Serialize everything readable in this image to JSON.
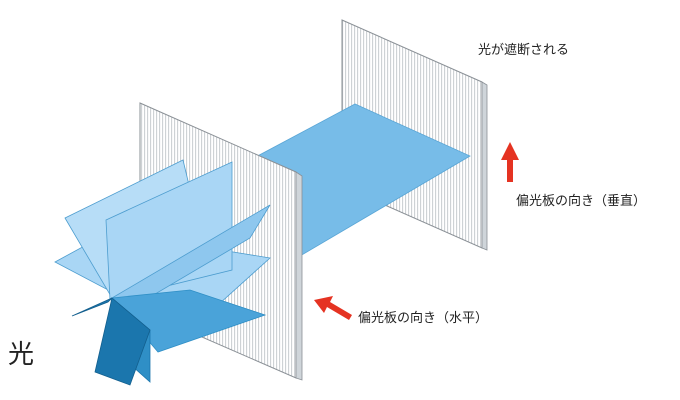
{
  "labels": {
    "light": "光",
    "blocked": "光が遮断される",
    "horizontal_polarizer": "偏光板の向き（水平）",
    "vertical_polarizer": "偏光板の向き（垂直）"
  },
  "colors": {
    "light_blue": "#a9d6f5",
    "mid_blue": "#77bce8",
    "dark_blue": "#2f8fc6",
    "deep_blue": "#1b76ad",
    "arrow_red": "#e53322",
    "panel_line": "#b9bec3",
    "panel_edge": "#8a9096"
  }
}
